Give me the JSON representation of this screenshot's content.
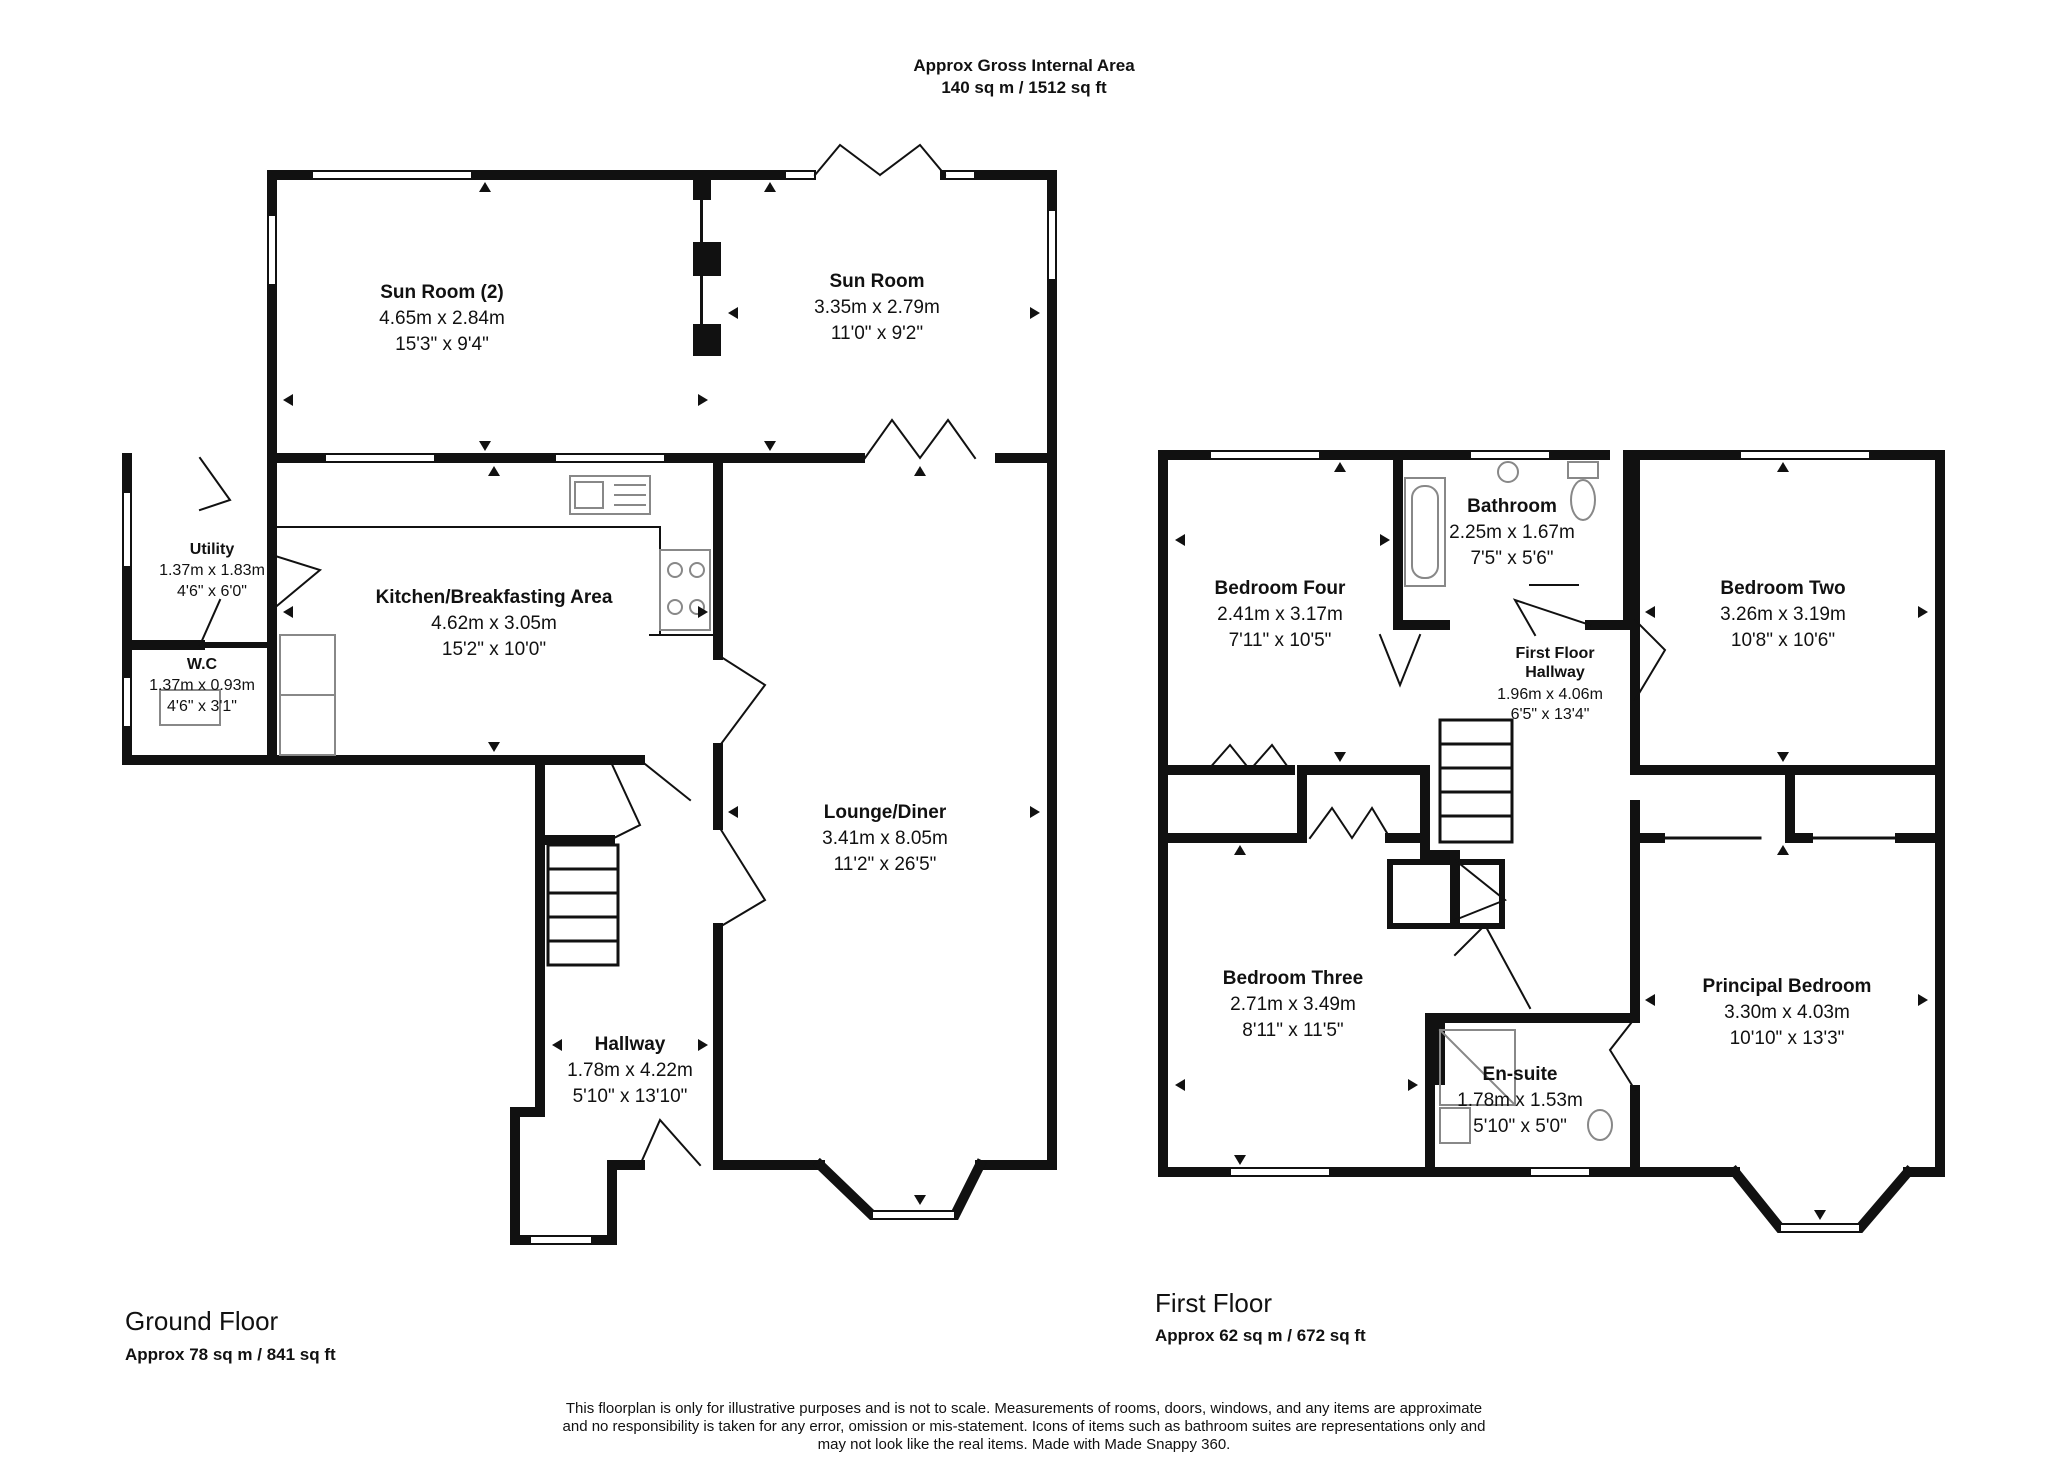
{
  "header": {
    "title": "Approx Gross Internal Area",
    "area": "140 sq m / 1512 sq ft"
  },
  "ground_floor": {
    "label": "Ground Floor",
    "area": "Approx 78 sq m / 841 sq ft",
    "rooms": {
      "sun_room_2": {
        "name": "Sun Room (2)",
        "metric": "4.65m x 2.84m",
        "imperial": "15'3\" x 9'4\""
      },
      "sun_room": {
        "name": "Sun Room",
        "metric": "3.35m x 2.79m",
        "imperial": "11'0\" x 9'2\""
      },
      "utility": {
        "name": "Utility",
        "metric": "1.37m x 1.83m",
        "imperial": "4'6\" x 6'0\""
      },
      "wc": {
        "name": "W.C",
        "metric": "1.37m x 0.93m",
        "imperial": "4'6\" x 3'1\""
      },
      "kitchen": {
        "name": "Kitchen/Breakfasting Area",
        "metric": "4.62m x 3.05m",
        "imperial": "15'2\" x 10'0\""
      },
      "lounge": {
        "name": "Lounge/Diner",
        "metric": "3.41m x 8.05m",
        "imperial": "11'2\" x 26'5\""
      },
      "hallway": {
        "name": "Hallway",
        "metric": "1.78m x 4.22m",
        "imperial": "5'10\" x 13'10\""
      }
    }
  },
  "first_floor": {
    "label": "First Floor",
    "area": "Approx 62 sq m / 672 sq ft",
    "rooms": {
      "bedroom_four": {
        "name": "Bedroom Four",
        "metric": "2.41m x 3.17m",
        "imperial": "7'11\" x 10'5\""
      },
      "bathroom": {
        "name": "Bathroom",
        "metric": "2.25m x 1.67m",
        "imperial": "7'5\" x 5'6\""
      },
      "bedroom_two": {
        "name": "Bedroom Two",
        "metric": "3.26m x 3.19m",
        "imperial": "10'8\" x 10'6\""
      },
      "ff_hallway": {
        "name1": "First Floor",
        "name2": "Hallway",
        "metric": "1.96m x 4.06m",
        "imperial": "6'5\" x 13'4\""
      },
      "bedroom_three": {
        "name": "Bedroom Three",
        "metric": "2.71m x 3.49m",
        "imperial": "8'11\" x 11'5\""
      },
      "ensuite": {
        "name": "En-suite",
        "metric": "1.78m x 1.53m",
        "imperial": "5'10\" x 5'0\""
      },
      "principal": {
        "name": "Principal Bedroom",
        "metric": "3.30m x 4.03m",
        "imperial": "10'10\" x 13'3\""
      }
    }
  },
  "disclaimer": {
    "line1": "This floorplan is only for illustrative purposes and is not to scale. Measurements of rooms, doors, windows, and any items are approximate",
    "line2": "and no responsibility is taken for any error, omission or mis-statement. Icons of items such as bathroom suites are representations only and",
    "line3": "may not look like the real items. Made with Made Snappy 360."
  },
  "colors": {
    "wall": "#111111",
    "background": "#ffffff",
    "fixture": "#888888"
  }
}
